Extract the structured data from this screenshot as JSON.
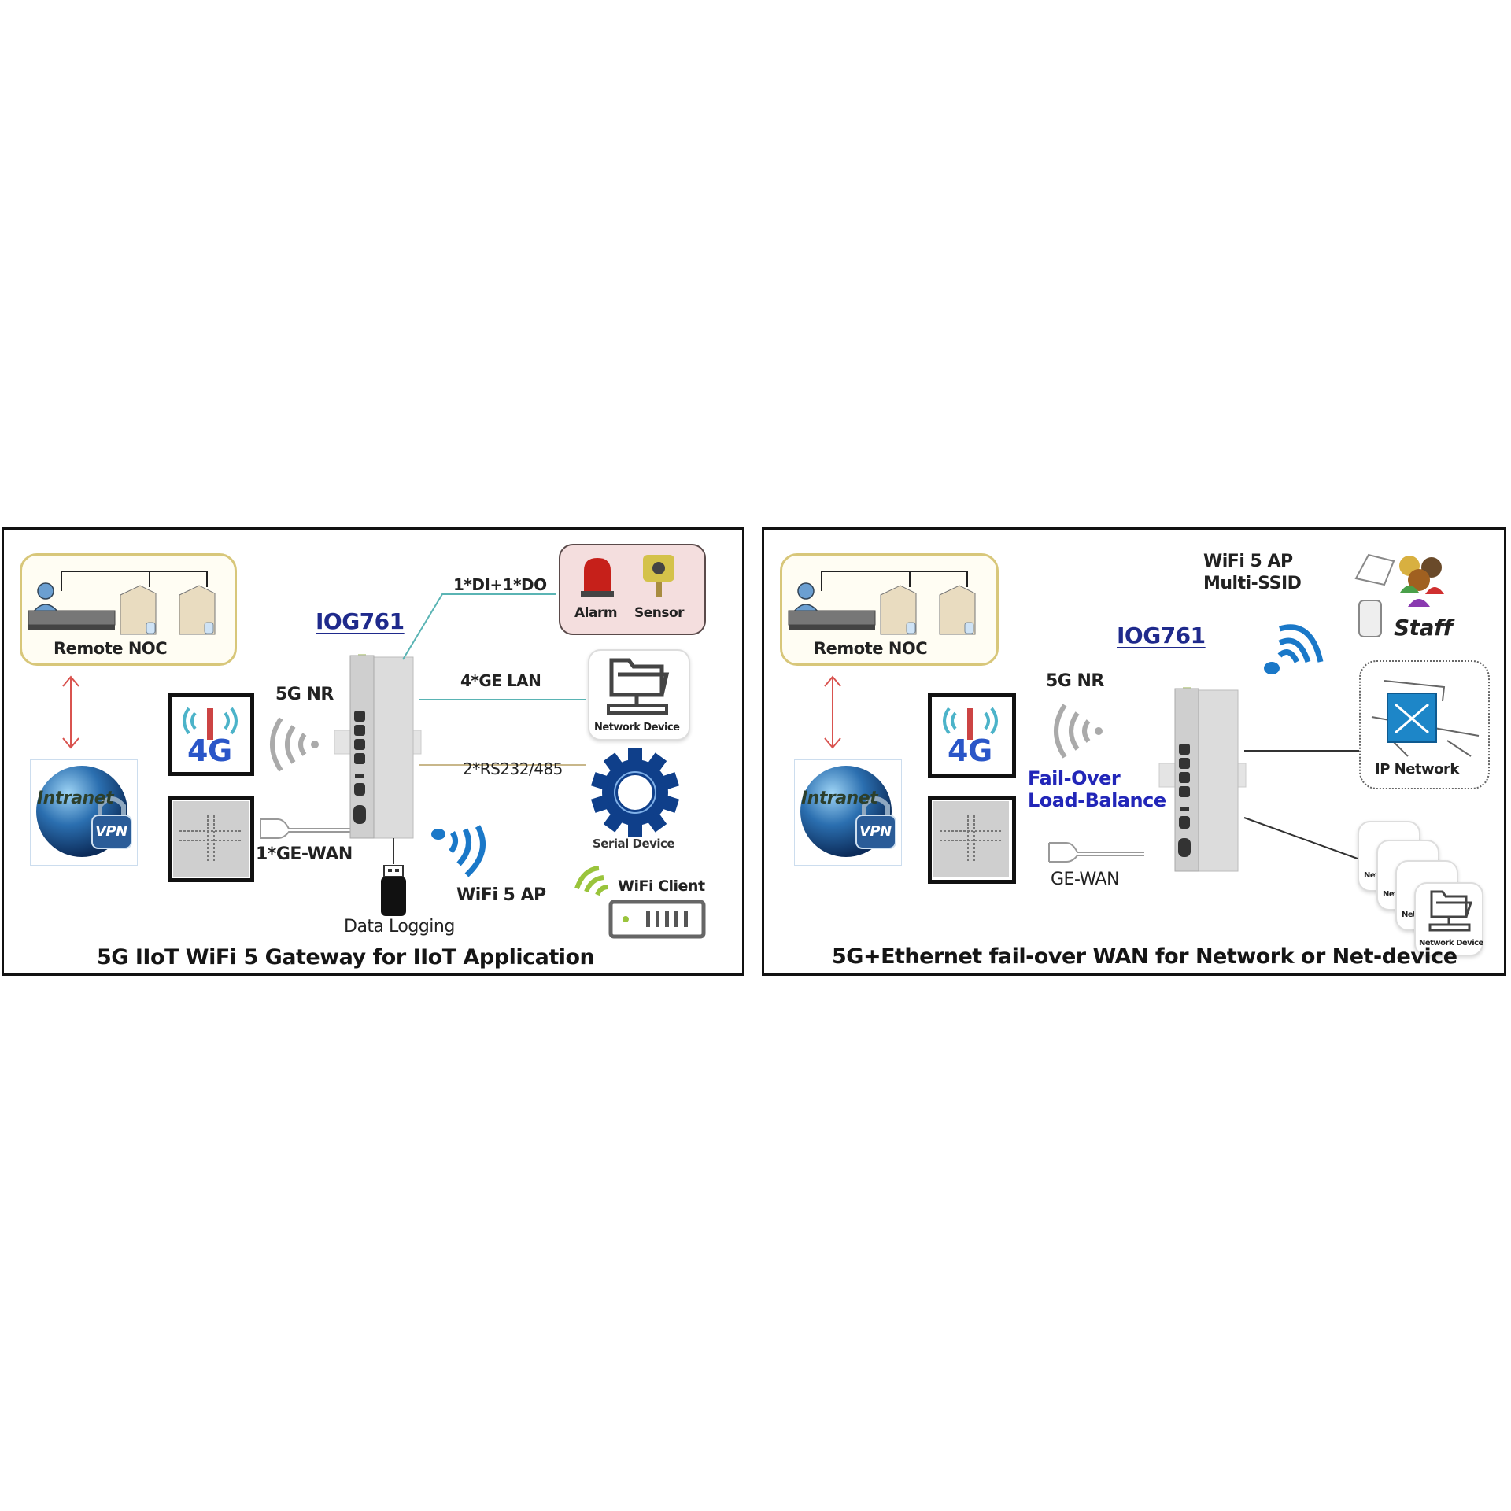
{
  "left_panel": {
    "caption": "5G IIoT WiFi 5 Gateway for IIoT Application",
    "model": "IOG761",
    "remote_noc": "Remote NOC",
    "intranet_globe": {
      "top_text": "Intranet",
      "badge": "VPN"
    },
    "cellular_label": "5G NR",
    "tower_badge": "4G",
    "wan_label": "1*GE-WAN",
    "dido_label": "1*DI+1*DO",
    "lan_label": "4*GE LAN",
    "serial_label": "2*RS232/485",
    "wifi_label": "WiFi  5 AP",
    "storage_label": "Data Logging",
    "alarm_label": "Alarm",
    "sensor_label": "Sensor",
    "network_device_label": "Network Device",
    "serial_device_label": "Serial Device",
    "wifi_client_label": "WiFi Client"
  },
  "right_panel": {
    "caption": "5G+Ethernet fail-over WAN for Network or Net-device",
    "model": "IOG761",
    "remote_noc": "Remote NOC",
    "intranet_globe": {
      "top_text": "Intranet",
      "badge": "VPN"
    },
    "cellular_label": "5G NR",
    "tower_badge": "4G",
    "failover_label": "Fail-Over",
    "loadbalance_label": "Load-Balance",
    "wan_label": "GE-WAN",
    "wifi_label_line1": "WiFi  5 AP",
    "wifi_label_line2": "Multi-SSID",
    "staff_label": "Staff",
    "ip_network_label": "IP Network",
    "network_device_label": "Network Device",
    "network_device_partial": "Net"
  },
  "colors": {
    "model_text": "#1f2a8c",
    "failover_text": "#2226b8",
    "noc_border": "#d8c77a",
    "alarm_box": "#f4dede",
    "arrow_red": "#d9534f",
    "link_teal": "#5ab4b4",
    "link_tan": "#c8b78a",
    "wifi_blue": "#1a78c8",
    "wifi_green": "#9ac43c",
    "gear_blue": "#0f3f8a"
  }
}
